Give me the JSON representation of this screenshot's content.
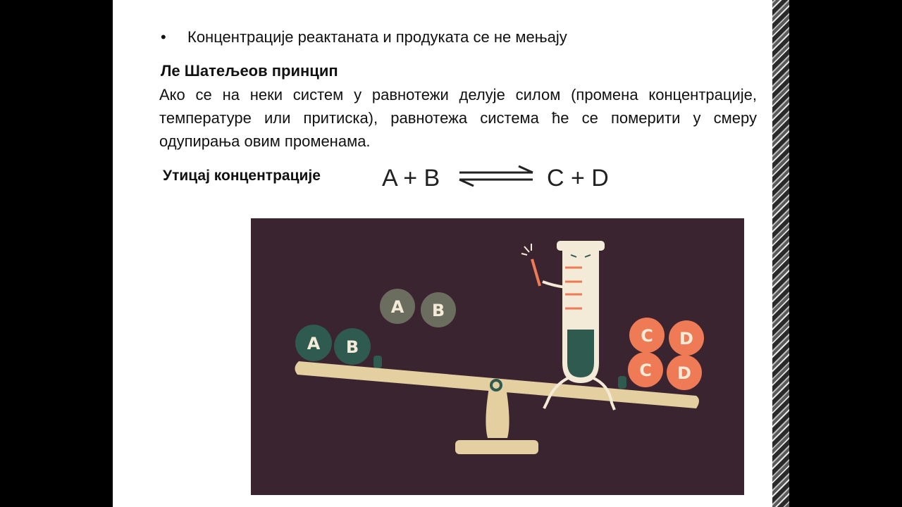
{
  "slide": {
    "bullet_marker": "•",
    "bullet_text": "Концентрације реактаната и продуката се не мењају",
    "heading": "Ле Шатељеов принцип",
    "paragraph": "Ако се на неки систем у равнотежи делује силом (промена концентрације, температуре или притиска), равнотежа система ће се померити у смеру одупирања овим променама.",
    "subheading": "Утицај концентрације",
    "equation": {
      "left": "A + B",
      "right": "C + D"
    }
  },
  "illustration": {
    "molecules": {
      "a": "A",
      "b": "B",
      "c": "C",
      "d": "D"
    },
    "colors": {
      "background": "#3a2430",
      "beam": "#e3cfa0",
      "reactant_dark": "#2f5a4f",
      "reactant_grey": "#6b6d5e",
      "product": "#ee7b55",
      "tube_liquid": "#2f5a4f",
      "tube_marks": "#ee7b55"
    }
  }
}
